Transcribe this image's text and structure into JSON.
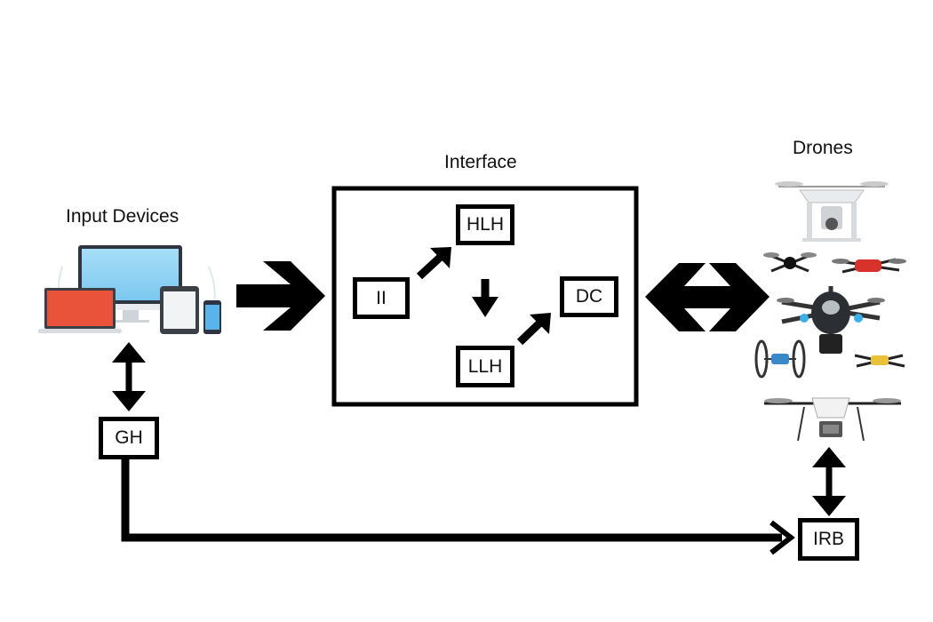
{
  "labels": {
    "input_devices": "Input Devices",
    "interface": "Interface",
    "drones": "Drones"
  },
  "nodes": {
    "ii": "II",
    "hlh": "HLH",
    "llh": "LLH",
    "dc": "DC",
    "gh": "GH",
    "irb": "IRB"
  },
  "colors": {
    "line": "#000000",
    "laptop_screen": "#e8533a",
    "monitor_screen": "#8fd3f4"
  }
}
